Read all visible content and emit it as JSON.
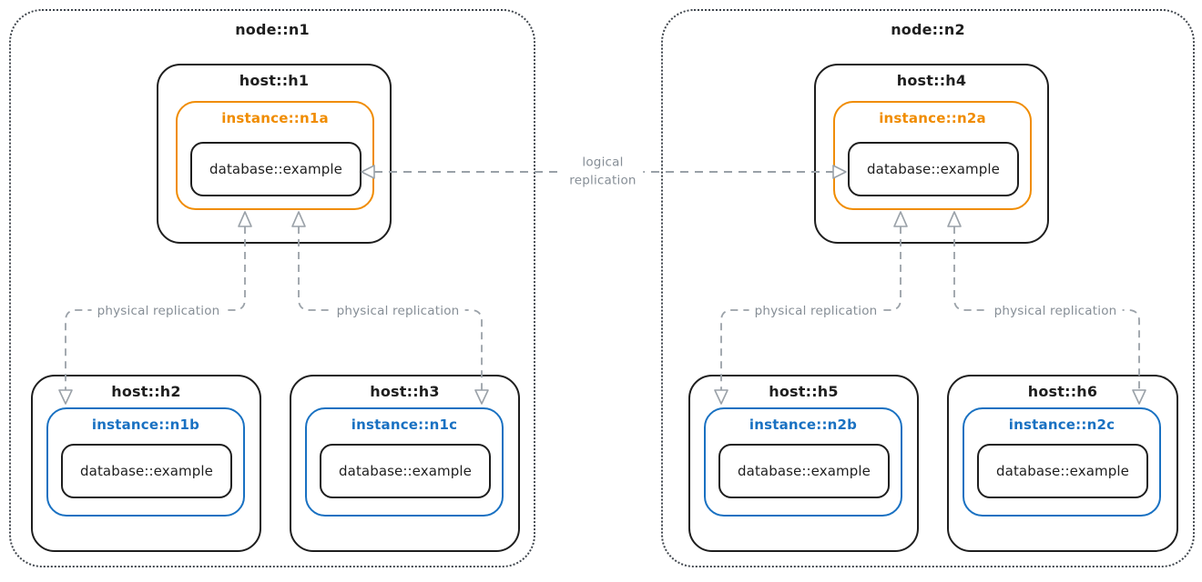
{
  "colors": {
    "background": "#ffffff",
    "box_stroke": "#1e1e1e",
    "node_dotted_stroke": "#40464d",
    "primary_instance_orange": "#f08c00",
    "replica_instance_blue": "#1971c2",
    "arrow_gray": "#9aa1a8",
    "edge_label_gray": "#868e96"
  },
  "nodes": {
    "n1": {
      "title": "node::n1"
    },
    "n2": {
      "title": "node::n2"
    }
  },
  "hosts": {
    "h1": {
      "title": "host::h1",
      "instance": "instance::n1a",
      "database": "database::example"
    },
    "h2": {
      "title": "host::h2",
      "instance": "instance::n1b",
      "database": "database::example"
    },
    "h3": {
      "title": "host::h3",
      "instance": "instance::n1c",
      "database": "database::example"
    },
    "h4": {
      "title": "host::h4",
      "instance": "instance::n2a",
      "database": "database::example"
    },
    "h5": {
      "title": "host::h5",
      "instance": "instance::n2b",
      "database": "database::example"
    },
    "h6": {
      "title": "host::h6",
      "instance": "instance::n2c",
      "database": "database::example"
    }
  },
  "edges": {
    "logical": {
      "label_line1": "logical",
      "label_line2": "replication"
    },
    "physical": {
      "label": "physical replication"
    }
  }
}
